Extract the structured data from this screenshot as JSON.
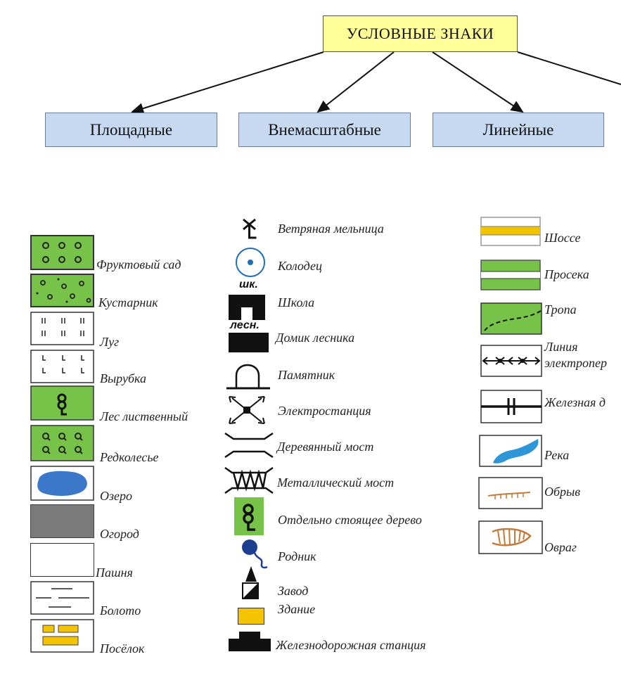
{
  "root": {
    "title": "УСЛОВНЫЕ ЗНАКИ"
  },
  "categories": {
    "area": "Площадные",
    "point": "Внемасштабные",
    "line": "Линейные"
  },
  "area_signs": [
    "Фруктовый сад",
    "Кустарник",
    "Луг",
    "Вырубка",
    "Лес лиственный",
    "Редколесье",
    "Озеро",
    "Огород",
    "Пашня",
    "Болото",
    "Посёлок"
  ],
  "point_signs": [
    "Ветряная мельница",
    "Колодец",
    "Школа",
    "Домик лесника",
    "Памятник",
    "Электростанция",
    "Деревянный мост",
    "Металлический мост",
    "Отдельно стоящее дерево",
    "Родник",
    "Завод",
    "Здание",
    "Железнодорожная станция"
  ],
  "point_sign_captions": {
    "school": "шк.",
    "forester": "лесн."
  },
  "line_signs": [
    "Шоссе",
    "Просека",
    "Тропа",
    "Линия электропер",
    "Железная д",
    "Река",
    "Обрыв",
    "Овраг"
  ],
  "colors": {
    "green": "#77c248",
    "yellow": "#f5c400",
    "water": "#3b78c9",
    "category_fill": "#c6d9f1",
    "root_fill": "#ffff99",
    "dark_gray": "#7a7a7a",
    "brown": "#c47a3a"
  }
}
